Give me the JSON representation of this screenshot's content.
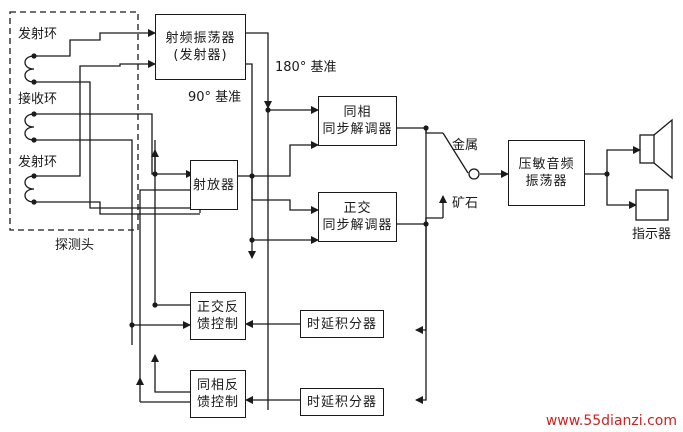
{
  "probe": {
    "label": "探测头",
    "coil_top": "发射环",
    "coil_mid": "接收环",
    "coil_bot": "发射环"
  },
  "blocks": {
    "rf_osc_line1": "射频振荡器",
    "rf_osc_line2": "(发射器)",
    "amp": "射放器",
    "inphase_line1": "同相",
    "inphase_line2": "同步解调器",
    "quad_line1": "正交",
    "quad_line2": "同步解调器",
    "piezo_line1": "压敏音频",
    "piezo_line2": "振荡器",
    "quad_fb_line1": "正交反",
    "quad_fb_line2": "馈控制",
    "inphase_fb_line1": "同相反",
    "inphase_fb_line2": "馈控制",
    "delay_top": "时延积分器",
    "delay_bot": "时延积分器"
  },
  "labels": {
    "ref_180": "180° 基准",
    "ref_90": "90° 基准",
    "metal": "金属",
    "ore": "矿石",
    "indicator": "指示器"
  },
  "watermark": "www.55dianzi.com"
}
